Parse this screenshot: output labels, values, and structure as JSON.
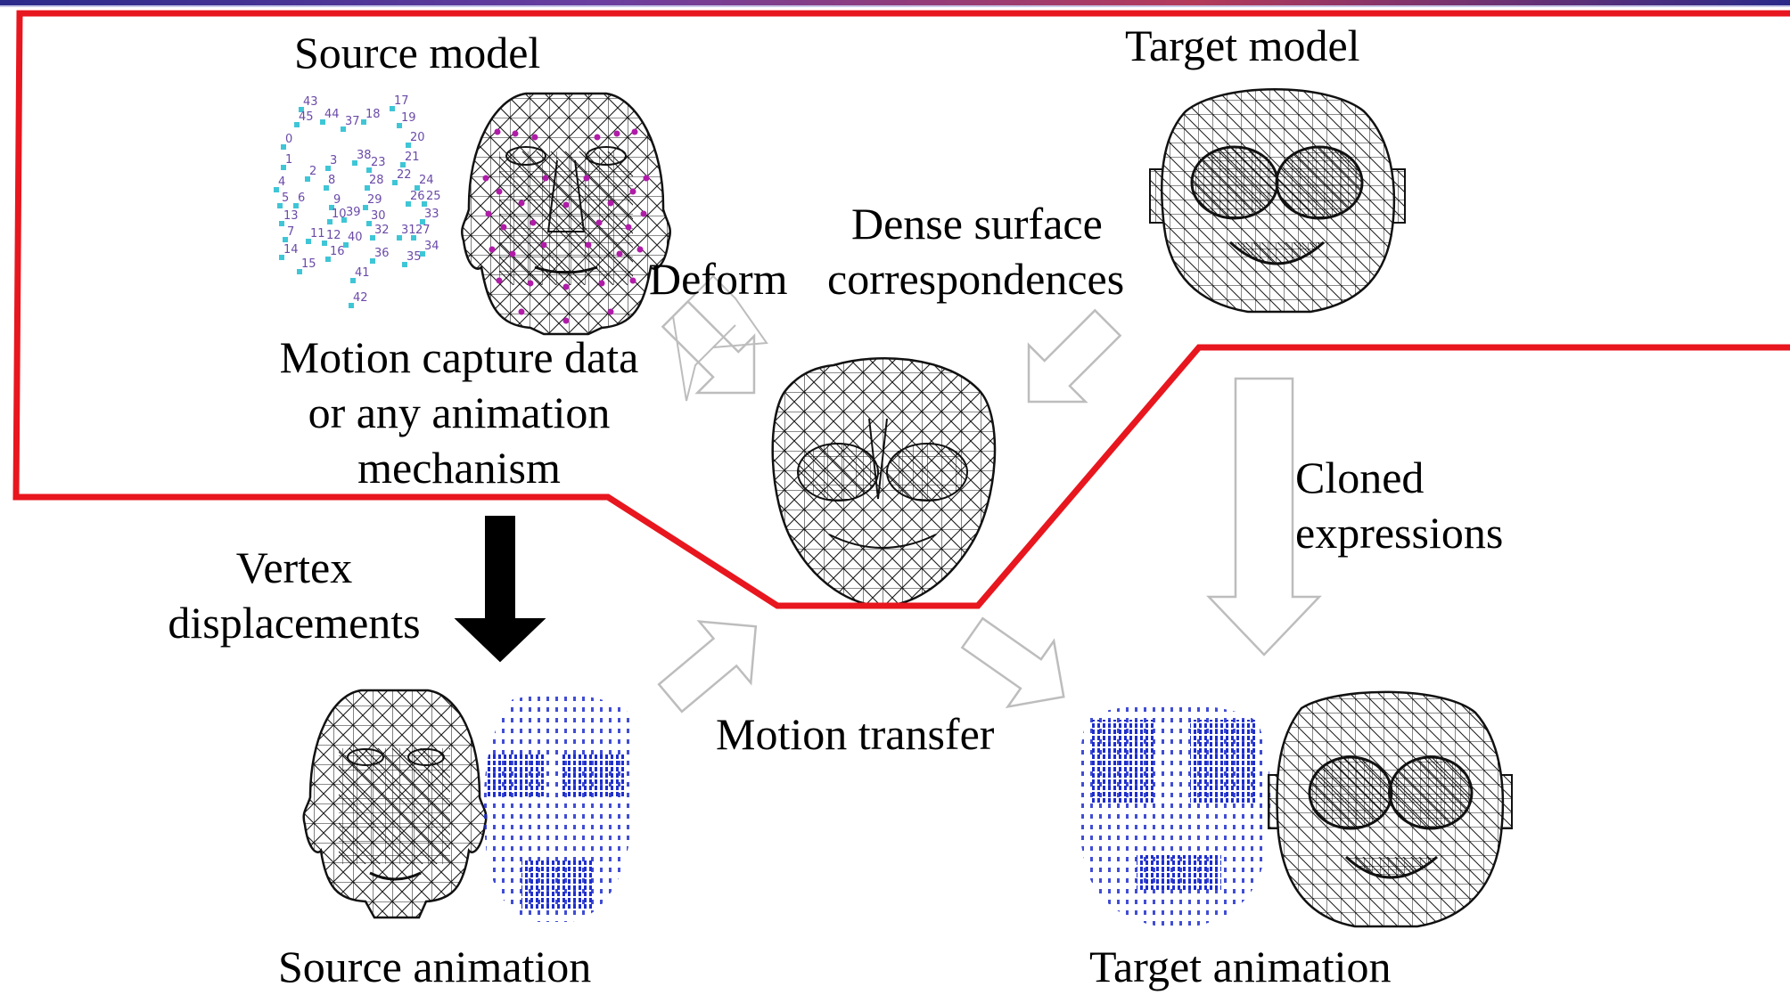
{
  "labels": {
    "source_model": "Source model",
    "target_model": "Target model",
    "dense_line1": "Dense surface",
    "dense_line2": "correspondences",
    "deform": "Deform",
    "motion_line1": "Motion capture data",
    "motion_line2": "or any animation",
    "motion_line3": "mechanism",
    "vertex_line1": "Vertex",
    "vertex_line2": "displacements",
    "motion_transfer": "Motion transfer",
    "cloned_line1": "Cloned",
    "cloned_line2": "expressions",
    "source_animation": "Source animation",
    "target_animation": "Target animation"
  },
  "marker_numbers": [
    "43",
    "45",
    "44",
    "37",
    "18",
    "17",
    "19",
    "0",
    "20",
    "1",
    "2",
    "3",
    "38",
    "23",
    "21",
    "4",
    "8",
    "28",
    "22",
    "24",
    "5",
    "6",
    "9",
    "29",
    "26",
    "25",
    "13",
    "10",
    "39",
    "30",
    "33",
    "7",
    "11",
    "12",
    "40",
    "32",
    "31",
    "27",
    "14",
    "16",
    "36",
    "34",
    "15",
    "35",
    "41",
    "42"
  ],
  "colors": {
    "highlight_outline": "#e8161e",
    "mesh_line": "#1a1a1a",
    "marker_dot": "#3fc6d6",
    "displacement_dot": "#1e2ecc",
    "mesh_marker": "#b01ca8",
    "arrow_outline": "#bdbdbd",
    "solid_arrow": "#000000"
  },
  "icons": [
    "source-face-mesh-icon",
    "target-face-mesh-icon",
    "deformed-face-mesh-icon",
    "motion-capture-markers-icon",
    "source-displacement-field-icon",
    "target-displacement-field-icon"
  ]
}
